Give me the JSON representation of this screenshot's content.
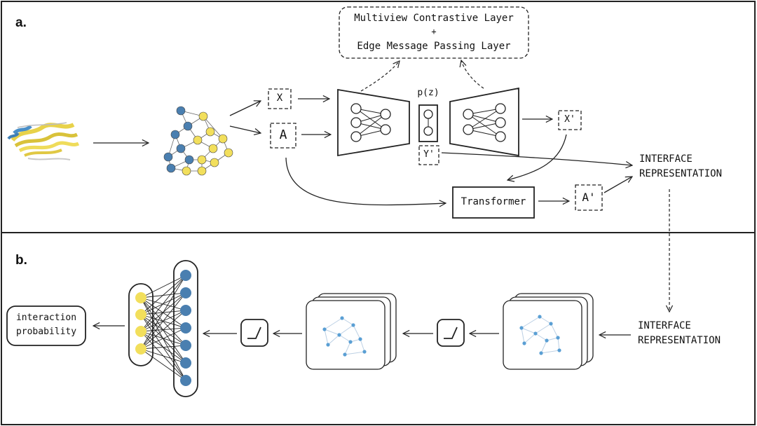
{
  "panels": {
    "a": {
      "label": "a."
    },
    "b": {
      "label": "b."
    }
  },
  "panel_a": {
    "layer_box": {
      "line1": "Multiview Contrastive Layer",
      "plus": "+",
      "line2": "Edge Message Passing Layer"
    },
    "node_feature": "X",
    "adjacency": "A",
    "latent": "p(z)",
    "latent_out": "Y'",
    "recon_features": "X'",
    "transformer": "Transformer",
    "adj_out": "A'",
    "interface_line1": "INTERFACE",
    "interface_line2": "REPRESENTATION"
  },
  "panel_b": {
    "interface_line1": "INTERFACE",
    "interface_line2": "REPRESENTATION",
    "output_line1": "interaction",
    "output_line2": "probability"
  },
  "colors": {
    "blue_node": "#4a7fb0",
    "yellow_node": "#f2df5c",
    "graph_node": "#5a9fd4",
    "graph_edge": "#bcd0e4"
  }
}
